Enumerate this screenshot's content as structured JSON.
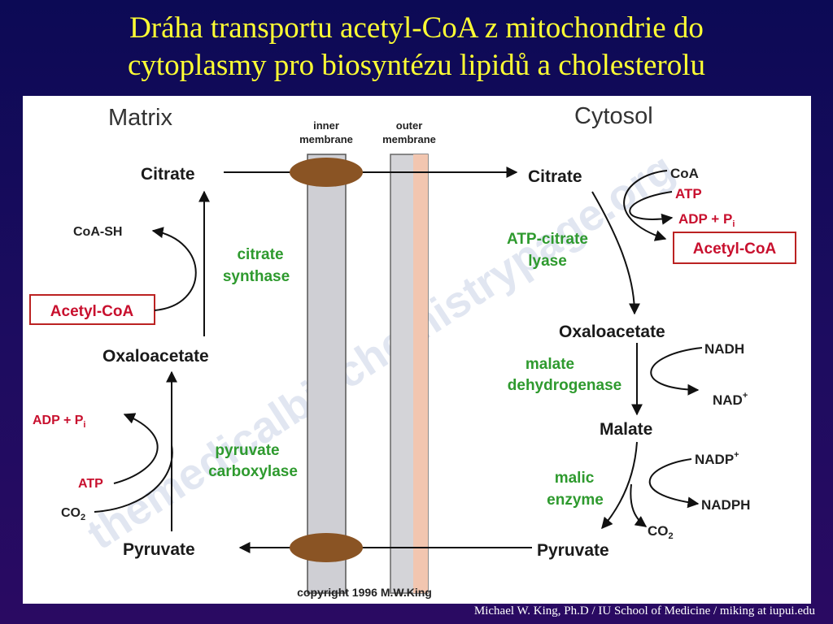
{
  "title_line1": "Dráha transportu acetyl-CoA z mitochondrie do",
  "title_line2": "cytoplasmy pro biosyntézu lipidů a cholesterolu",
  "footer": "Michael W. King, Ph.D / IU School of Medicine / miking at iupui.edu",
  "diagram": {
    "matrix_label": "Matrix",
    "cytosol_label": "Cytosol",
    "inner_membrane": [
      "inner",
      "membrane"
    ],
    "outer_membrane": [
      "outer",
      "membrane"
    ],
    "copyright": "copyright 1996 M.W.King",
    "watermark": "themedicalbiochemistrypage.org",
    "matrix": {
      "citrate": "Citrate",
      "coa_sh": "CoA-SH",
      "citrate_synthase": [
        "citrate",
        "synthase"
      ],
      "acetyl_coa": "Acetyl-CoA",
      "oxaloacetate": "Oxaloacetate",
      "adp_pi": "ADP + P",
      "adp_pi_sub": "i",
      "pyruvate_carboxylase": [
        "pyruvate",
        "carboxylase"
      ],
      "atp": "ATP",
      "co2": "CO",
      "co2_sub": "2",
      "pyruvate": "Pyruvate"
    },
    "cytosol": {
      "citrate": "Citrate",
      "coa": "CoA",
      "atp": "ATP",
      "adp_pi": "ADP + P",
      "adp_pi_sub": "i",
      "atp_citrate_lyase": [
        "ATP-citrate",
        "lyase"
      ],
      "acetyl_coa": "Acetyl-CoA",
      "oxaloacetate": "Oxaloacetate",
      "nadh": "NADH",
      "malate_dehydrogenase": [
        "malate",
        "dehydrogenase"
      ],
      "nad": "NAD",
      "nad_sup": "+",
      "malate": "Malate",
      "nadp": "NADP",
      "nadp_sup": "+",
      "malic_enzyme": [
        "malic",
        "enzyme"
      ],
      "nadph": "NADPH",
      "co2": "CO",
      "co2_sub": "2",
      "pyruvate": "Pyruvate"
    },
    "colors": {
      "enzyme_green": "#2e9a2e",
      "cofactor_red": "#c8102e",
      "membrane_gray": "#cfcfd4",
      "outer_salmon": "#f2c6b0",
      "transporter_brown": "#8a5424",
      "title_yellow": "#ffff33"
    }
  }
}
